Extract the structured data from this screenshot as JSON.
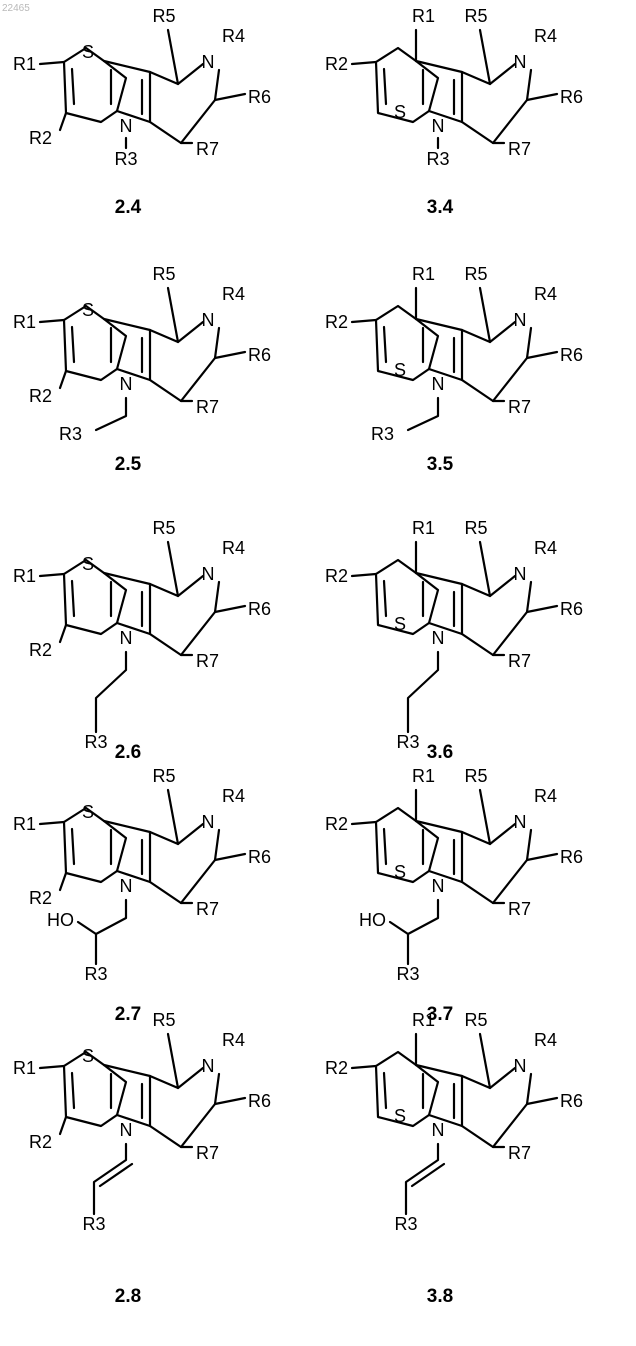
{
  "watermark": "22465",
  "atoms": {
    "sulfur": "S",
    "nitrogen": "N",
    "hydroxyl": "HO"
  },
  "substituents": {
    "r1": "R1",
    "r2": "R2",
    "r3": "R3",
    "r4": "R4",
    "r5": "R5",
    "r6": "R6",
    "r7": "R7"
  },
  "compounds": [
    {
      "id": "2.4",
      "series": "2",
      "linker": "none"
    },
    {
      "id": "3.4",
      "series": "3",
      "linker": "none"
    },
    {
      "id": "2.5",
      "series": "2",
      "linker": "methylene"
    },
    {
      "id": "3.5",
      "series": "3",
      "linker": "methylene"
    },
    {
      "id": "2.6",
      "series": "2",
      "linker": "ethylene"
    },
    {
      "id": "3.6",
      "series": "3",
      "linker": "ethylene"
    },
    {
      "id": "2.7",
      "series": "2",
      "linker": "hydroxyethyl"
    },
    {
      "id": "3.7",
      "series": "3",
      "linker": "hydroxyethyl"
    },
    {
      "id": "2.8",
      "series": "2",
      "linker": "vinyl"
    },
    {
      "id": "3.8",
      "series": "3",
      "linker": "vinyl"
    }
  ]
}
